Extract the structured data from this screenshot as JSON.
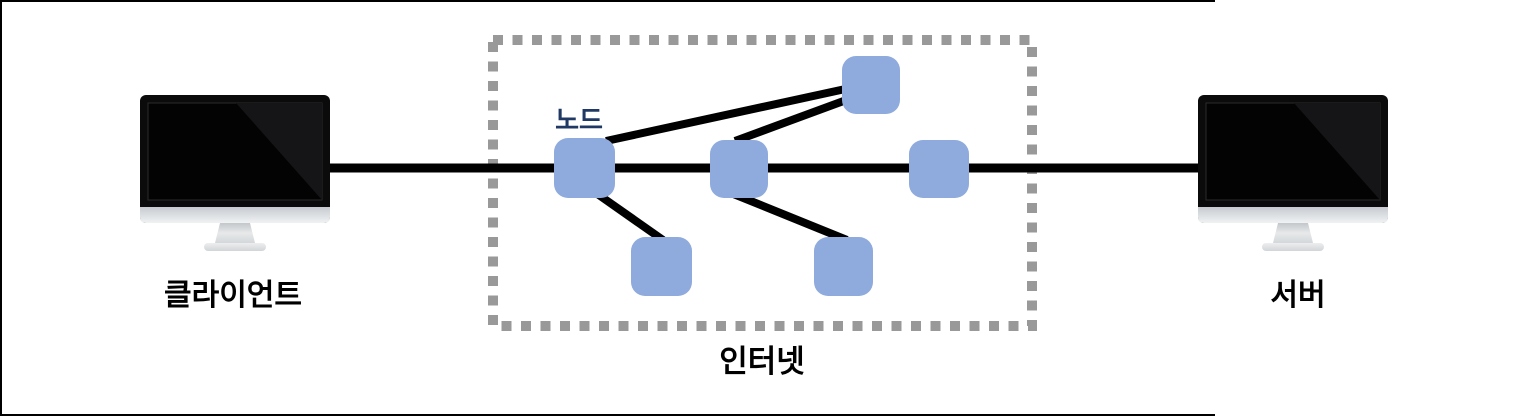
{
  "labels": {
    "client": "클라이언트",
    "server": "서버",
    "internet": "인터넷",
    "node": "노드"
  },
  "colors": {
    "node_fill": "#8FAADC",
    "node_label": "#1F3864",
    "line": "#000000",
    "dashed_border": "#999999",
    "label_text": "#000000",
    "monitor_screen": "#0B0B0C",
    "monitor_chin": "#D9DCDE"
  },
  "counts": {
    "internet_nodes": 6,
    "computers": 2
  }
}
